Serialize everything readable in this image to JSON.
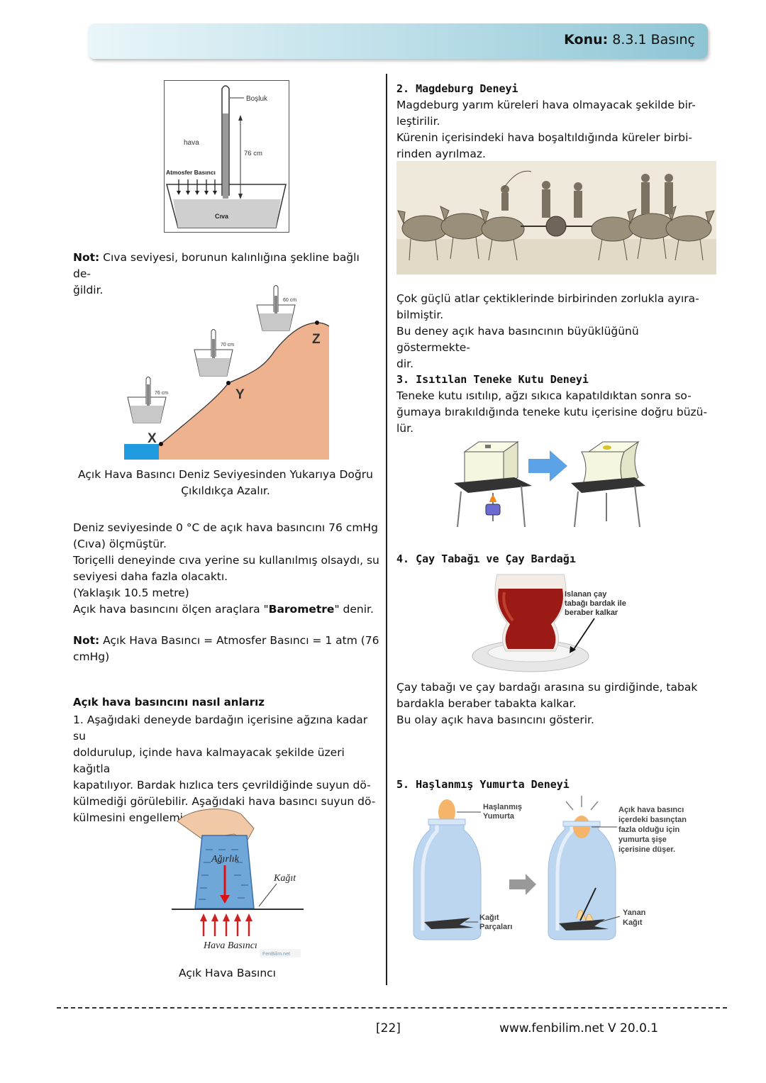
{
  "header": {
    "topic_label": "Konu:",
    "topic_value": "8.3.1 Basınç"
  },
  "torricelli": {
    "label_bosluk": "Boşluk",
    "label_hava": "hava",
    "label_76": "76 cm",
    "label_atm": "Atmosfer Basıncı",
    "label_civa": "Cıva"
  },
  "left": {
    "note1_label": "Not:",
    "note1_line1": " Cıva seviyesi, borunun kalınlığına şekline bağlı de-",
    "note1_line2": "ğildir.",
    "altitude": {
      "label_76": "76 cm",
      "label_70": "70 cm",
      "label_60": "60 cm",
      "point_x": "X",
      "point_y": "Y",
      "point_z": "Z"
    },
    "caption1_line1": "Açık Hava Basıncı Deniz Seviyesinden Yukarıya Doğru",
    "caption1_line2": "Çıkıldıkça Azalır.",
    "p1": "Deniz seviyesinde 0 °C de açık hava basıncını 76 cmHg",
    "p2": "(Cıva) ölçmüştür.",
    "p3": "Toriçelli deneyinde cıva yerine su kullanılmış olsaydı, su",
    "p4": "seviyesi daha fazla olacaktı.",
    "p5": "(Yaklaşık 10.5 metre)",
    "p6_pre": "Açık hava basıncını ölçen araçlara \"",
    "p6_bold": "Barometre",
    "p6_post": "\" denir.",
    "note2_label": "Not:",
    "note2_line1": " Açık Hava Basıncı = Atmosfer Basıncı = 1 atm (76",
    "note2_line2": "cmHg)",
    "heading": "Açık hava basıncını nasıl anlarız",
    "e1": "1. Aşağıdaki deneyde bardağın içerisine ağzına kadar su",
    "e2": "doldurulup, içinde hava kalmayacak şekilde üzeri kağıtla",
    "e3": "kapatılıyor. Bardak hızlıca ters çevrildiğinde suyun dö-",
    "e4": "külmediği görülebilir. Aşağıdaki hava basıncı suyun dö-",
    "e5": "külmesini engellemiştir.",
    "glass": {
      "label_agirlik": "Ağırlık",
      "label_kagit": "Kağıt",
      "label_hava": "Hava Basıncı",
      "watermark": "FenBilim.net"
    },
    "caption2": "Açık Hava Basıncı"
  },
  "right": {
    "s2_title": "2. Magdeburg Deneyi",
    "s2_l1": "Magdeburg yarım küreleri hava olmayacak şekilde bir-",
    "s2_l2": "leştirilir.",
    "s2_l3": "Kürenin içerisindeki hava boşaltıldığında küreler birbi-",
    "s2_l4": "rinden ayrılmaz.",
    "s2_l5": "Çok güçlü atlar çektiklerinde birbirinden zorlukla ayıra-",
    "s2_l6": "bilmiştir.",
    "s2_l7": "Bu deney açık hava basıncının büyüklüğünü göstermekte-",
    "s2_l8": "dir.",
    "s3_title": "3. Isıtılan Teneke Kutu Deneyi",
    "s3_l1": "Teneke kutu ısıtılıp, ağzı sıkıca kapatıldıktan sonra so-",
    "s3_l2": "ğumaya bırakıldığında teneke kutu içerisine doğru büzü-",
    "s3_l3": "lür.",
    "s4_title": "4. Çay Tabağı ve Çay Bardağı",
    "tea": {
      "label_1": "Islanan çay",
      "label_2": "tabağı bardak ile",
      "label_3": "beraber kalkar"
    },
    "s4_l1": "Çay tabağı ve çay bardağı arasına su girdiğinde, tabak",
    "s4_l2": "bardakla beraber tabakta kalkar.",
    "s4_l3": "Bu olay açık hava basıncını gösterir.",
    "s5_title": "5. Haşlanmış Yumurta Deneyi",
    "egg": {
      "label_egg_1": "Haşlanmış",
      "label_egg_2": "Yumurta",
      "label_paper_1": "Kağıt",
      "label_paper_2": "Parçaları",
      "label_exp_1": "Açık hava basıncı",
      "label_exp_2": "içerdeki basınçtan",
      "label_exp_3": "fazla olduğu için",
      "label_exp_4": "yumurta şişe",
      "label_exp_5": "içerisine düşer.",
      "label_burn_1": "Yanan",
      "label_burn_2": "Kağıt"
    }
  },
  "footer": {
    "page": "[22]",
    "site": "www.fenbilim.net  V 20.0.1"
  }
}
